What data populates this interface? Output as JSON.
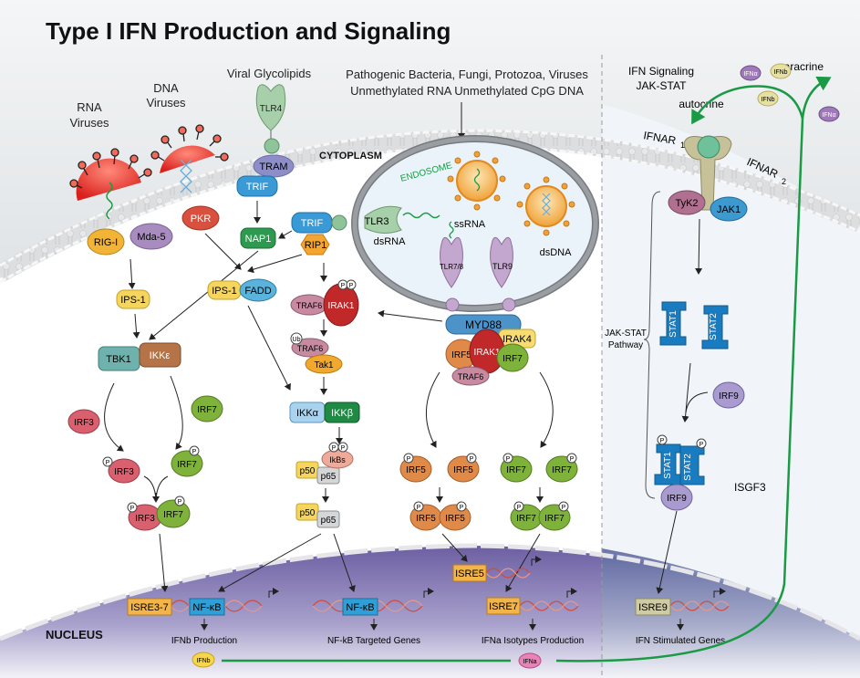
{
  "title": "Type I IFN Production and Signaling",
  "ligands": {
    "rna_viruses": [
      "RNA",
      "Viruses"
    ],
    "dna_viruses": [
      "DNA",
      "Viruses"
    ],
    "viral_glycolipids": "Viral Glycolipids",
    "pathogens_line1": "Pathogenic Bacteria, Fungi, Protozoa, Viruses",
    "pathogens_line2": "Unmethylated RNA  Unmethylated CpG DNA"
  },
  "compartments": {
    "cytoplasm": "CYTOPLASM",
    "endosome": "ENDOSOME",
    "nucleus": "NUCLEUS"
  },
  "receptors": {
    "tlr4": "TLR4",
    "tlr3": "TLR3",
    "tlr78": "TLR7/8",
    "tlr9": "TLR9",
    "ifnar1": "IFNAR",
    "ifnar1_sub": "1",
    "ifnar2": "IFNAR",
    "ifnar2_sub": "2"
  },
  "nucleic_acids": {
    "dsrna": "dsRNA",
    "ssrna": "ssRNA",
    "dsdna": "dsDNA"
  },
  "proteins": {
    "tram": "TRAM",
    "trif_a": "TRIF",
    "trif_b": "TRIF",
    "rip1": "RIP1",
    "nap1": "NAP1",
    "pkr": "PKR",
    "rig_i": "RIG-I",
    "mda5": "Mda-5",
    "ips1_a": "IPS-1",
    "ips1_b": "IPS-1",
    "fadd": "FADD",
    "tbk1": "TBK1",
    "ikke": "IKKε",
    "traf6_a": "TRAF6",
    "irak1_a": "IRAK1",
    "traf6_ub": "TRAF6",
    "ub": "Ub",
    "tak1": "Tak1",
    "ikka": "IKKα",
    "ikkb": "IKKβ",
    "ikbs": "IkBs",
    "p50_a": "p50",
    "p65_a": "p65",
    "p50_b": "p50",
    "p65_b": "p65",
    "myd88": "MYD88",
    "irak4": "IRAK4",
    "irak1_b": "IRAK1",
    "irf5_c": "IRF5",
    "irf7_c": "IRF7",
    "traf6_c": "TRAF6",
    "irf3": "IRF3",
    "irf7": "IRF7",
    "irf3_p": "IRF3",
    "irf7_p": "IRF7",
    "irf3_dimer": "IRF3",
    "irf7_dimer": "IRF7",
    "irf5_p1": "IRF5",
    "irf5_p2": "IRF5",
    "irf7_p1": "IRF7",
    "irf7_p2": "IRF7",
    "irf5_d1": "IRF5",
    "irf5_d2": "IRF5",
    "irf7_d1": "IRF7",
    "irf7_d2": "IRF7",
    "tyk2": "TyK2",
    "jak1": "JAK1",
    "stat1": "STAT1",
    "stat2": "STAT2",
    "irf9": "IRF9",
    "stat1_p": "STAT1",
    "stat2_p": "STAT2",
    "irf9_complex": "IRF9",
    "phospho": "P"
  },
  "signaling": {
    "ifn_signaling": "IFN Signaling",
    "jak_stat": "JAK-STAT",
    "autocrine": "autocrine",
    "paracrine": "paracrine",
    "jak_stat_pathway": [
      "JAK-STAT",
      "Pathway"
    ],
    "isgf3": "ISGF3",
    "ifna": "IFNα",
    "ifnb": "IFNb"
  },
  "promoters": {
    "isre37": "ISRE3-7",
    "nfkb_a": "NF-κB",
    "nfkb_b": "NF-κB",
    "isre5": "ISRE5",
    "isre7": "ISRE7",
    "isre9": "ISRE9"
  },
  "outputs": {
    "ifnb_production": "IFNb Production",
    "nfkb_genes": "NF-kB Targeted Genes",
    "ifna_production": "IFNa Isotypes Production",
    "isg": "IFN Stimulated Genes",
    "ifnb_bubble": "IFNb",
    "ifna_bubble": "IFNa"
  },
  "colors": {
    "green_line": "#1a9a45",
    "extracellular": "#c9ced3",
    "nucleus": "#7d6fae",
    "irf3": "#d9606e",
    "irf7": "#7fb23a",
    "irf5": "#e08a4a",
    "stat": "#1a7cc0",
    "irak1": "#c0282a"
  }
}
